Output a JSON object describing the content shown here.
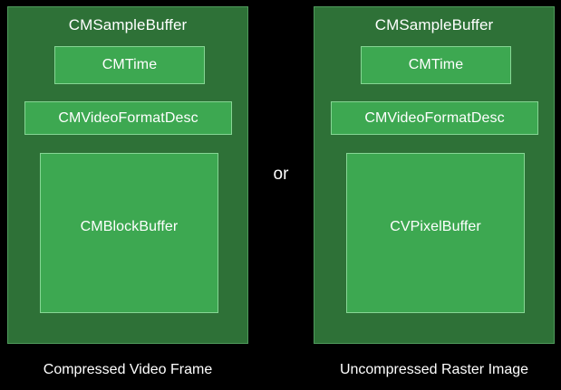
{
  "diagram": {
    "background_color": "#000000",
    "outer_box_color": "#2e7137",
    "outer_border_color": "#4f9a5c",
    "inner_box_color": "#3da851",
    "inner_border_color": "#86d694",
    "text_color": "#ffffff",
    "separator_label": "or",
    "columns": [
      {
        "title": "CMSampleBuffer",
        "caption": "Compressed Video Frame",
        "components": [
          {
            "label": "CMTime"
          },
          {
            "label": "CMVideoFormatDesc"
          },
          {
            "label": "CMBlockBuffer"
          }
        ]
      },
      {
        "title": "CMSampleBuffer",
        "caption": "Uncompressed Raster Image",
        "components": [
          {
            "label": "CMTime"
          },
          {
            "label": "CMVideoFormatDesc"
          },
          {
            "label": "CVPixelBuffer"
          }
        ]
      }
    ]
  }
}
